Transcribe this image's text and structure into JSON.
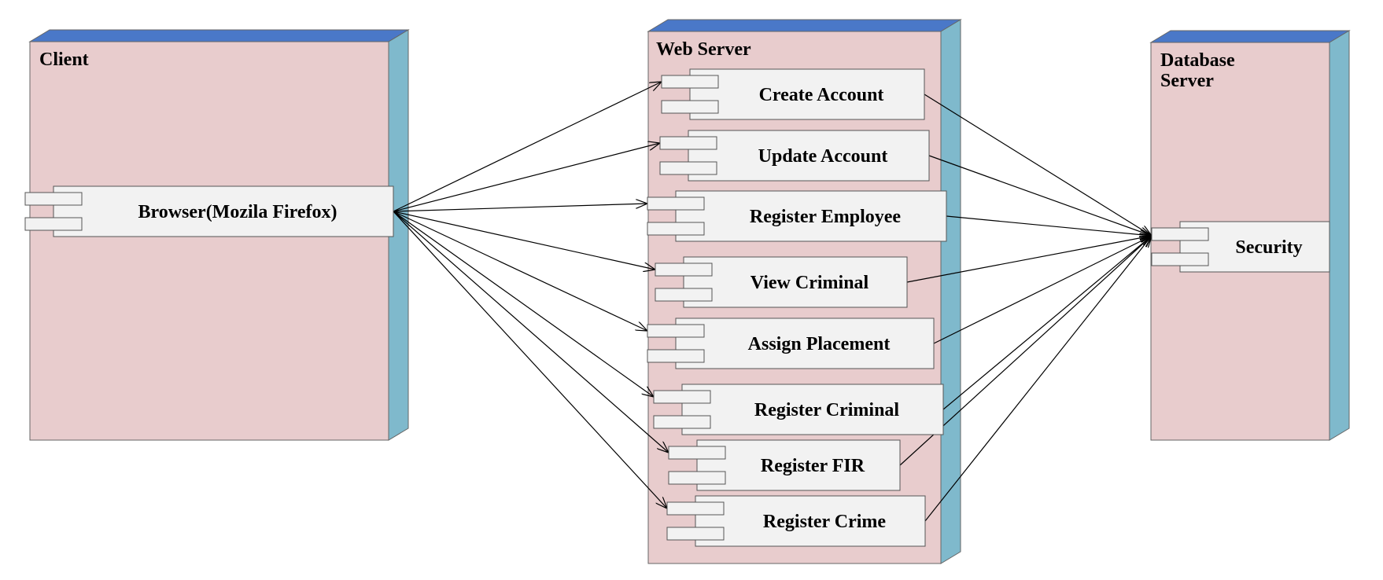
{
  "colors": {
    "node_front": "#e8cccd",
    "node_top": "#4a78c8",
    "node_side": "#7fb9cc"
  },
  "nodes": {
    "client": {
      "title": [
        "Client"
      ]
    },
    "web_server": {
      "title": [
        "Web Server"
      ]
    },
    "database_server": {
      "title": [
        "Database",
        "Server"
      ]
    }
  },
  "components": {
    "browser": "Browser(Mozila Firefox)",
    "create_account": "Create Account",
    "update_account": "Update Account",
    "register_employee": "Register Employee",
    "view_criminal": "View Criminal",
    "assign_placement": "Assign Placement",
    "register_criminal": "Register Criminal",
    "register_fir": "Register FIR",
    "register_crime": "Register Crime",
    "security": "Security"
  },
  "connections": [
    {
      "from": "browser",
      "to": "create_account",
      "arrow": true
    },
    {
      "from": "browser",
      "to": "update_account",
      "arrow": true
    },
    {
      "from": "browser",
      "to": "register_employee",
      "arrow": true
    },
    {
      "from": "browser",
      "to": "view_criminal",
      "arrow": true
    },
    {
      "from": "browser",
      "to": "assign_placement",
      "arrow": true
    },
    {
      "from": "browser",
      "to": "register_criminal",
      "arrow": true
    },
    {
      "from": "browser",
      "to": "register_fir",
      "arrow": true
    },
    {
      "from": "browser",
      "to": "register_crime",
      "arrow": true
    },
    {
      "from": "create_account",
      "to": "security",
      "arrow": true
    },
    {
      "from": "update_account",
      "to": "security",
      "arrow": true
    },
    {
      "from": "register_employee",
      "to": "security",
      "arrow": true
    },
    {
      "from": "view_criminal",
      "to": "security",
      "arrow": true
    },
    {
      "from": "assign_placement",
      "to": "security",
      "arrow": true
    },
    {
      "from": "register_criminal",
      "to": "security",
      "arrow": true
    },
    {
      "from": "register_fir",
      "to": "security",
      "arrow": true
    },
    {
      "from": "register_crime",
      "to": "security",
      "arrow": true
    }
  ]
}
